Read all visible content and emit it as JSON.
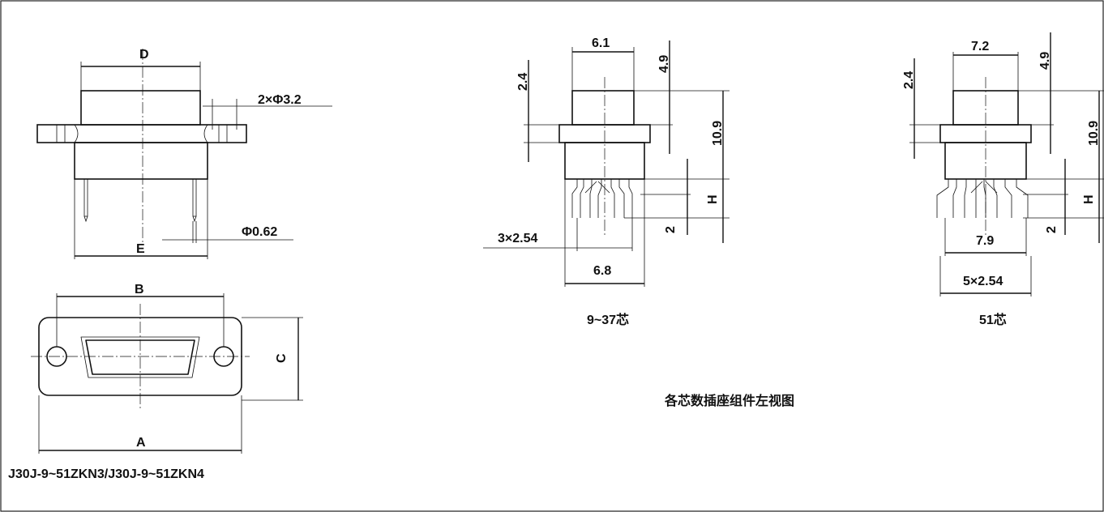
{
  "labels": {
    "D": "D",
    "E": "E",
    "B": "B",
    "A": "A",
    "C": "C",
    "H_left": "H",
    "H_right": "H",
    "holes": "2×Φ3.2",
    "pin": "Φ0.62",
    "mid_top": "6.1",
    "mid_24": "2.4",
    "mid_49": "4.9",
    "mid_109": "10.9",
    "mid_2": "2",
    "mid_pitch": "3×2.54",
    "mid_68": "6.8",
    "right_top": "7.2",
    "right_24": "2.4",
    "right_49": "4.9",
    "right_109": "10.9",
    "right_2": "2",
    "right_79": "7.9",
    "right_pitch": "5×2.54"
  },
  "captions": {
    "model": "J30J-9~51ZKN3/J30J-9~51ZKN4",
    "mid_view": "9~37芯",
    "right_view": "51芯",
    "note": "各芯数插座组件左视图"
  }
}
